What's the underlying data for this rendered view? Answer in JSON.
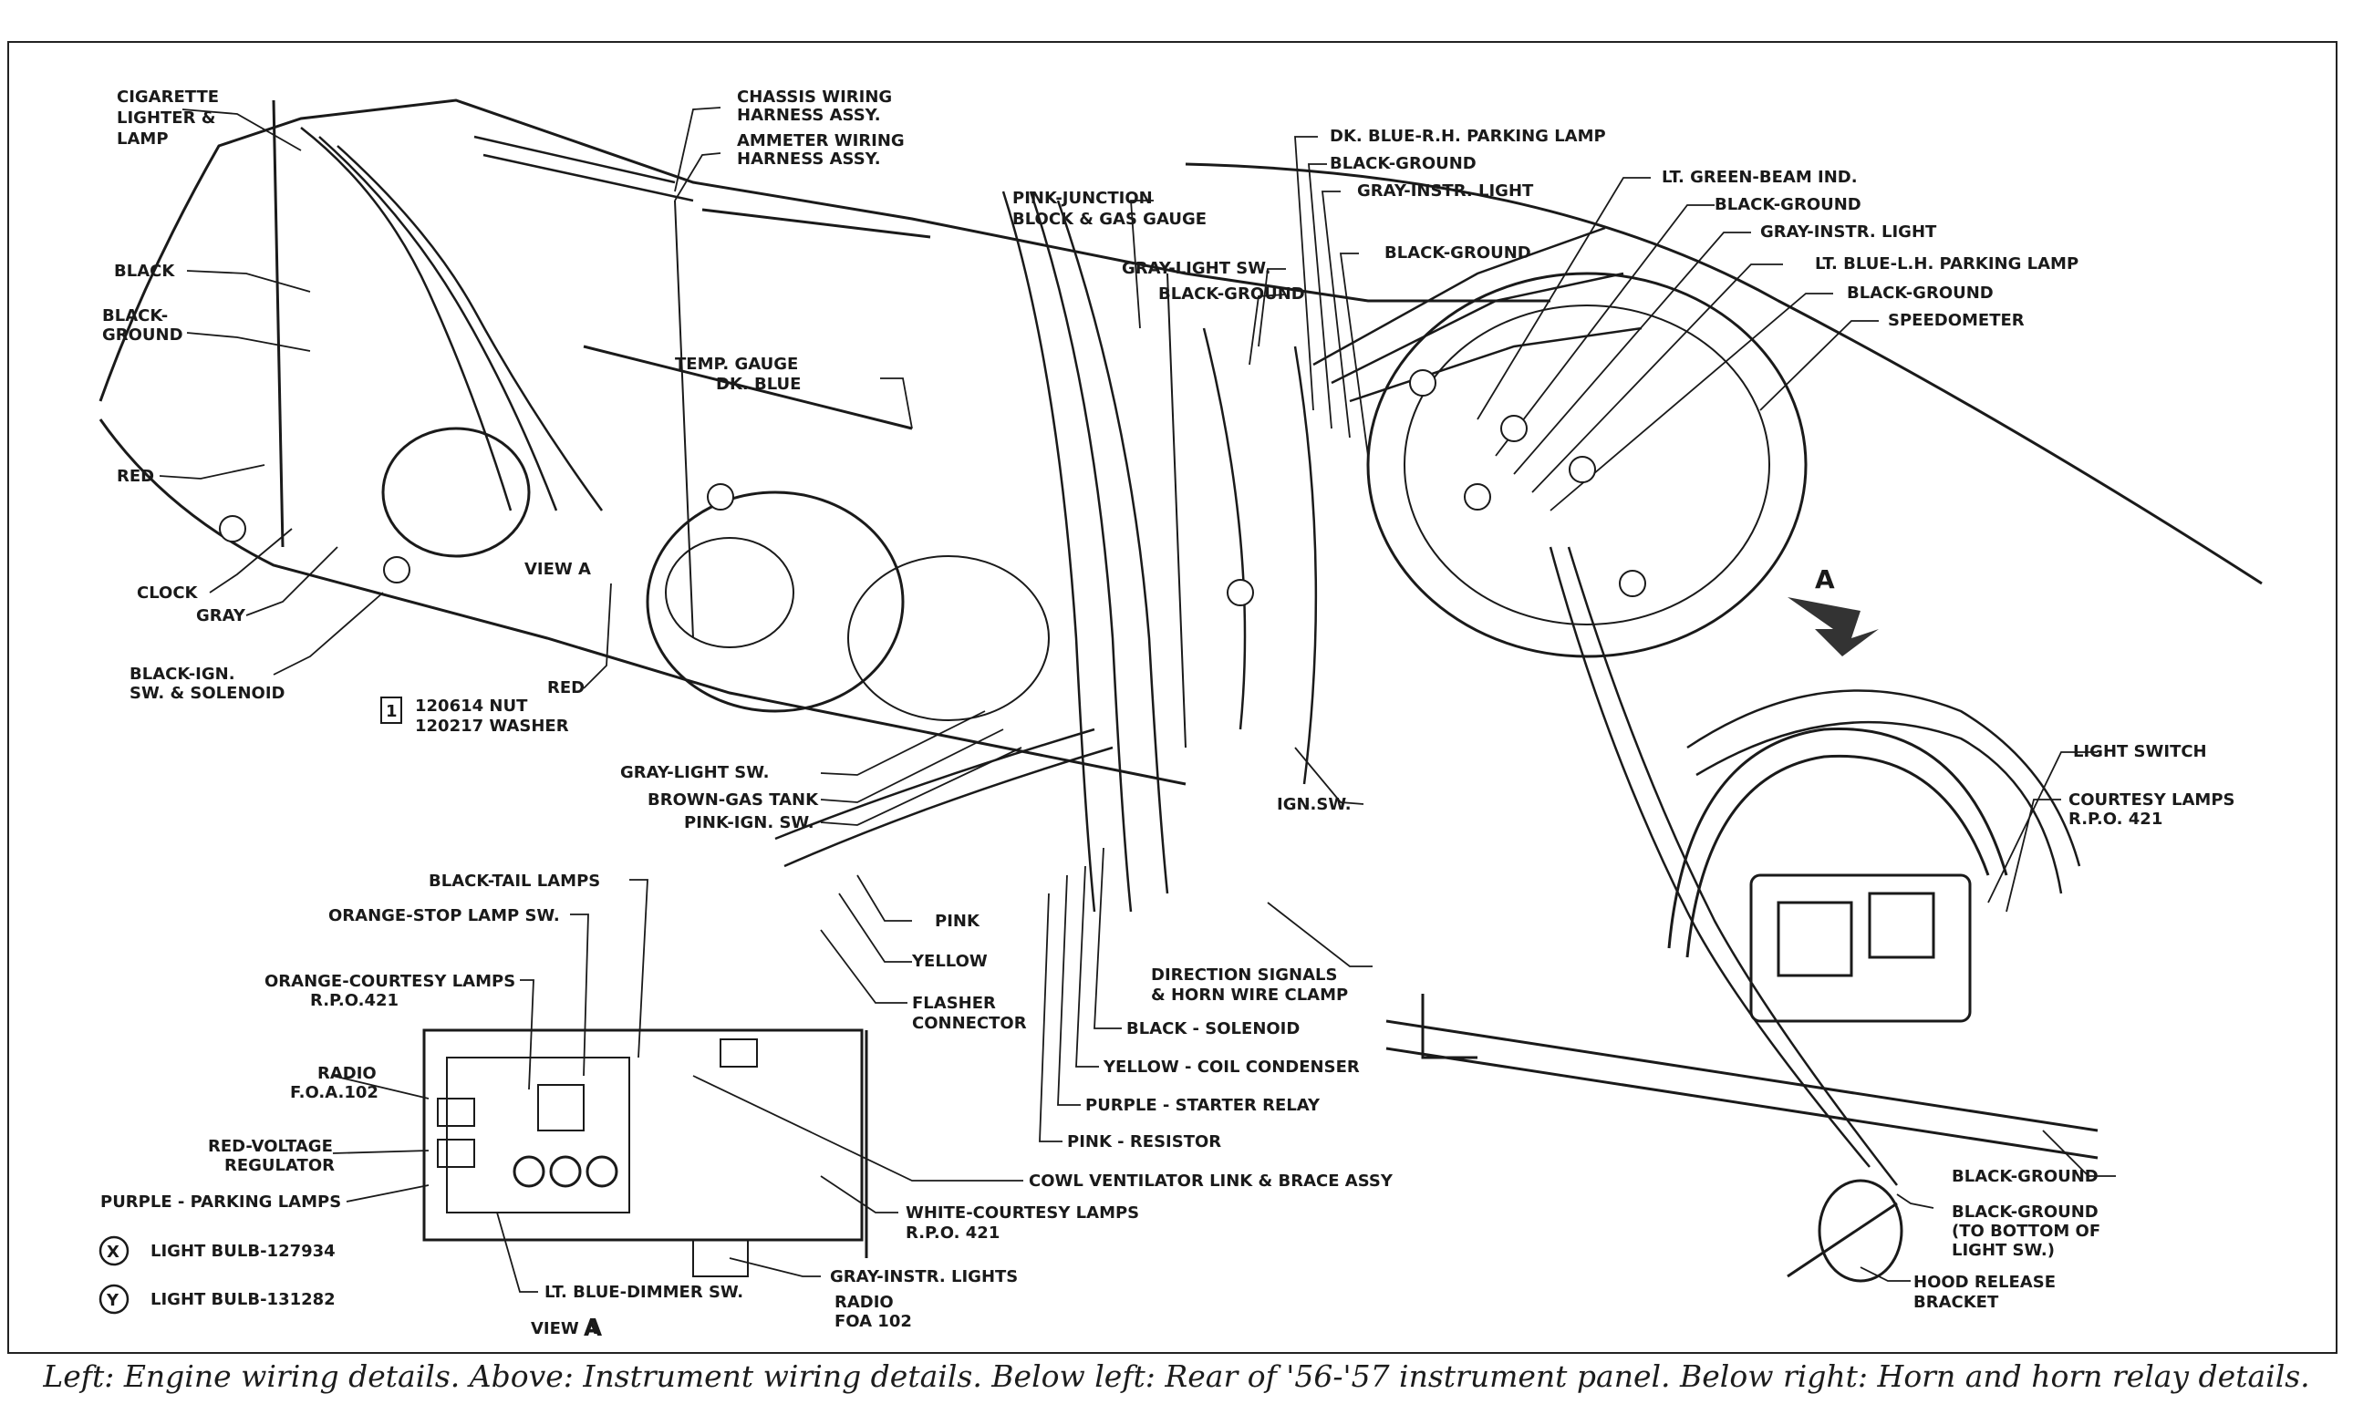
{
  "labels": {
    "cigarette": [
      "CIGARETTE",
      "LIGHTER &",
      "LAMP"
    ],
    "chassis": [
      "CHASSIS WIRING",
      "HARNESS ASSY."
    ],
    "ammeter": [
      "AMMETER WIRING",
      "HARNESS ASSY."
    ],
    "black": "BLACK",
    "black_ground_left": [
      "BLACK-",
      "GROUND"
    ],
    "red_left": "RED",
    "clock": "CLOCK",
    "gray_left": "GRAY",
    "black_ign": [
      "BLACK-IGN.",
      "SW. & SOLENOID"
    ],
    "nut": [
      "120614 NUT",
      "120217 WASHER"
    ],
    "nut_marker": "1",
    "red_mid": "RED",
    "view_a_small": "VIEW A",
    "temp_gauge": [
      "TEMP. GAUGE",
      "DK. BLUE"
    ],
    "pink_junction": [
      "PINK-JUNCTION",
      "BLOCK & GAS GAUGE"
    ],
    "gray_light_sw_top": "GRAY-LIGHT SW.",
    "black_ground_top": "BLACK-GROUND",
    "dk_blue_rh": "DK. BLUE-R.H. PARKING LAMP",
    "black_ground_r1": "BLACK-GROUND",
    "gray_instr_r1": "GRAY-INSTR. LIGHT",
    "black_ground_r2": "BLACK-GROUND",
    "lt_green": "LT. GREEN-BEAM IND.",
    "black_ground_r3": "BLACK-GROUND",
    "gray_instr_r2": "GRAY-INSTR. LIGHT",
    "lt_blue_lh": "LT. BLUE-L.H. PARKING LAMP",
    "black_ground_r4": "BLACK-GROUND",
    "speedometer": "SPEEDOMETER",
    "arrow_a": "A",
    "gray_light_sw_mid": "GRAY-LIGHT SW.",
    "brown_gas": "BROWN-GAS TANK",
    "pink_ign": "PINK-IGN. SW.",
    "ign_sw": "IGN.SW.",
    "pink": "PINK",
    "yellow": "YELLOW",
    "flasher": [
      "FLASHER",
      "CONNECTOR"
    ],
    "direction": [
      "DIRECTION SIGNALS",
      "& HORN WIRE CLAMP"
    ],
    "black_solenoid": "BLACK - SOLENOID",
    "yellow_coil": "YELLOW - COIL CONDENSER",
    "purple_starter": "PURPLE - STARTER RELAY",
    "pink_resistor": "PINK - RESISTOR",
    "cowl": "COWL VENTILATOR LINK & BRACE ASSY",
    "white_courtesy": [
      "WHITE-COURTESY LAMPS",
      "R.P.O. 421"
    ],
    "gray_instr_lights": "GRAY-INSTR. LIGHTS",
    "radio_foa_bottom": [
      "RADIO",
      "FOA 102"
    ],
    "lt_blue_dimmer": "LT. BLUE-DIMMER SW.",
    "black_tail": "BLACK-TAIL LAMPS",
    "orange_stop": "ORANGE-STOP LAMP SW.",
    "orange_courtesy": [
      "ORANGE-COURTESY LAMPS",
      "R.P.O.421"
    ],
    "radio_foa_left": [
      "RADIO",
      "F.O.A.102"
    ],
    "red_voltage": [
      "RED-VOLTAGE",
      "REGULATOR"
    ],
    "purple_parking": "PURPLE - PARKING LAMPS",
    "light_switch": "LIGHT SWITCH",
    "courtesy_lamps": [
      "COURTESY LAMPS",
      "R.P.O. 421"
    ],
    "black_ground_bottom": "BLACK-GROUND",
    "black_ground_to_bottom": [
      "BLACK-GROUND",
      "(TO BOTTOM OF",
      "LIGHT SW.)"
    ],
    "hood_release": [
      "HOOD RELEASE",
      "BRACKET"
    ],
    "view_a": "VIEW A",
    "view_a_letter": "A"
  },
  "legend": [
    {
      "symbol": "X",
      "text": "LIGHT BULB-127934"
    },
    {
      "symbol": "Y",
      "text": "LIGHT BULB-131282"
    }
  ],
  "caption": "Left: Engine wiring details. Above: Instrument wiring details. Below left: Rear of '56-'57 instrument panel. Below right: Horn and horn relay details."
}
